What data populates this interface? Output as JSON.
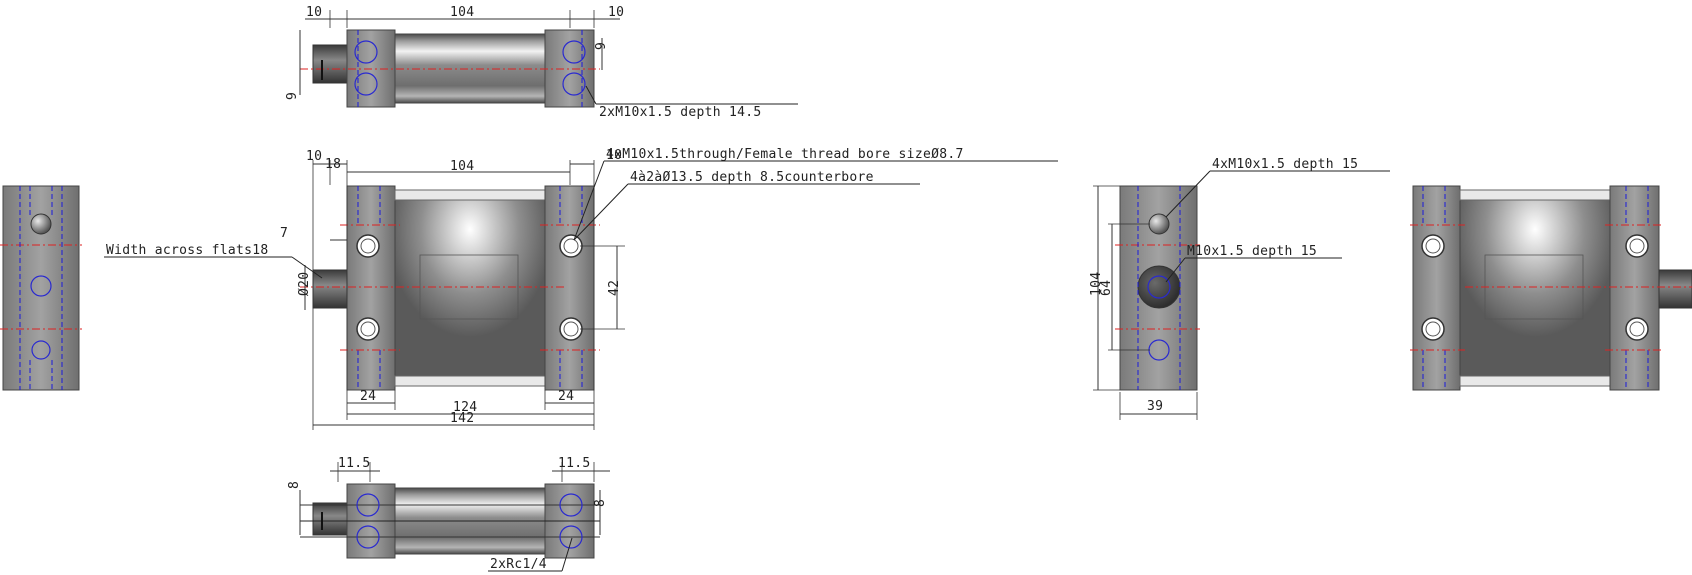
{
  "dims": {
    "top_left": "10",
    "top_mid": "104",
    "top_right": "10",
    "top_v_left": "9",
    "top_v_right": "9",
    "front_left1": "10",
    "front_left2": "18",
    "front_mid": "104",
    "front_right": "10",
    "front_7": "7",
    "front_dia": "Ø20",
    "front_42": "42",
    "front_24a": "24",
    "front_24b": "24",
    "front_124": "124",
    "front_142": "142",
    "bottom_115a": "11.5",
    "bottom_115b": "11.5",
    "bottom_v_left": "8",
    "bottom_v_right": "8",
    "side_104": "104",
    "side_64": "64",
    "side_39": "39"
  },
  "callouts": {
    "top_tap": "2xM10x1.5 depth 14.5",
    "front_through": "4xM10x1.5through/Female thread bore sizeØ8.7",
    "front_counterbore": "4à2àØ13.5 depth 8.5counterbore",
    "front_flats": "Width across flats18",
    "side_tap": "4xM10x1.5 depth 15",
    "side_port": "M10x1.5 depth 15",
    "bottom_port": "2xRc1/4"
  }
}
